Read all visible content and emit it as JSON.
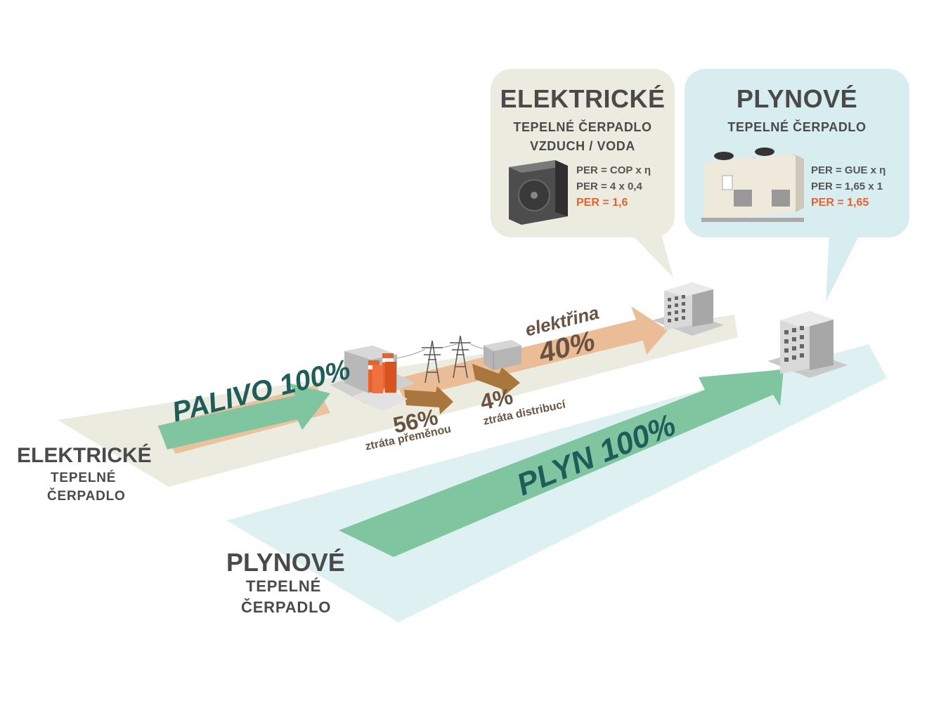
{
  "colors": {
    "elec_band": "#ecebdf",
    "gas_band": "#dff0f3",
    "green_arrow": "#7fc59f",
    "tan_arrow": "#ebbd97",
    "loss_arrow": "#a9773d",
    "text_dark": "#4a4a4a",
    "brown_text": "#6a5243",
    "teal_text": "#1f5d5a",
    "accent_orange": "#e8622c",
    "bubble_elec": "#ecebdf",
    "bubble_gas": "#d7edf0"
  },
  "elec_bubble": {
    "title": "ELEKTRICKÉ",
    "line1": "TEPELNÉ ČERPADLO",
    "line2": "VZDUCH / VODA",
    "f1": "PER = COP x η",
    "f2": "PER = 4 x 0,4",
    "f3": "PER = 1,6"
  },
  "gas_bubble": {
    "title": "PLYNOVÉ",
    "line1": "TEPELNÉ ČERPADLO",
    "f1": "PER = GUE x η",
    "f2": "PER = 1,65 x 1",
    "f3": "PER = 1,65"
  },
  "flow": {
    "palivo": "PALIVO 100%",
    "loss1_value": "56%",
    "loss1_label": "ztráta přeměnou",
    "loss2_value": "4%",
    "loss2_label": "ztráta distribucí",
    "elektrina_label": "elektřina",
    "elektrina_value": "40%",
    "plyn": "PLYN 100%"
  },
  "side_labels": {
    "elec_title": "ELEKTRICKÉ",
    "elec_sub1": "TEPELNÉ",
    "elec_sub2": "ČERPADLO",
    "gas_title": "PLYNOVÉ",
    "gas_sub1": "TEPELNÉ",
    "gas_sub2": "ČERPADLO"
  }
}
